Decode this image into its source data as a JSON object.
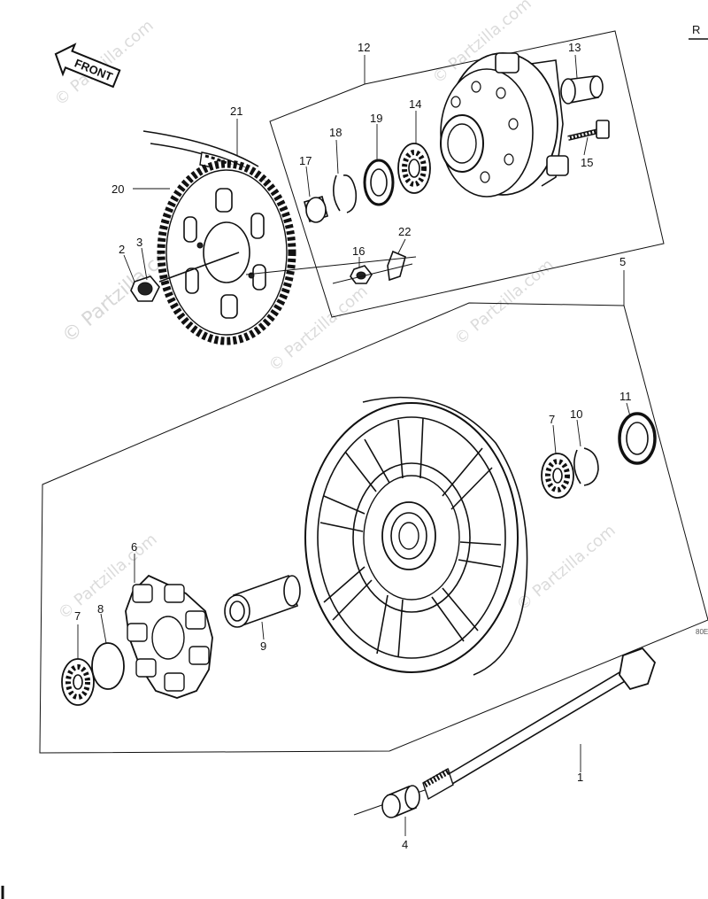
{
  "header": {
    "corner_letter": "R",
    "front_label": "FRONT",
    "code_mark": "80E"
  },
  "watermark": {
    "text": "© Partzilla.com"
  },
  "callouts": [
    {
      "id": "c1",
      "label": "1"
    },
    {
      "id": "c2",
      "label": "2"
    },
    {
      "id": "c3",
      "label": "3"
    },
    {
      "id": "c4",
      "label": "4"
    },
    {
      "id": "c5",
      "label": "5"
    },
    {
      "id": "c6",
      "label": "6"
    },
    {
      "id": "c7a",
      "label": "7"
    },
    {
      "id": "c7b",
      "label": "7"
    },
    {
      "id": "c8",
      "label": "8"
    },
    {
      "id": "c9",
      "label": "9"
    },
    {
      "id": "c10",
      "label": "10"
    },
    {
      "id": "c11",
      "label": "11"
    },
    {
      "id": "c12",
      "label": "12"
    },
    {
      "id": "c13",
      "label": "13"
    },
    {
      "id": "c14",
      "label": "14"
    },
    {
      "id": "c15",
      "label": "15"
    },
    {
      "id": "c16",
      "label": "16"
    },
    {
      "id": "c17",
      "label": "17"
    },
    {
      "id": "c18",
      "label": "18"
    },
    {
      "id": "c19",
      "label": "19"
    },
    {
      "id": "c20",
      "label": "20"
    },
    {
      "id": "c21",
      "label": "21"
    },
    {
      "id": "c22",
      "label": "22"
    }
  ]
}
